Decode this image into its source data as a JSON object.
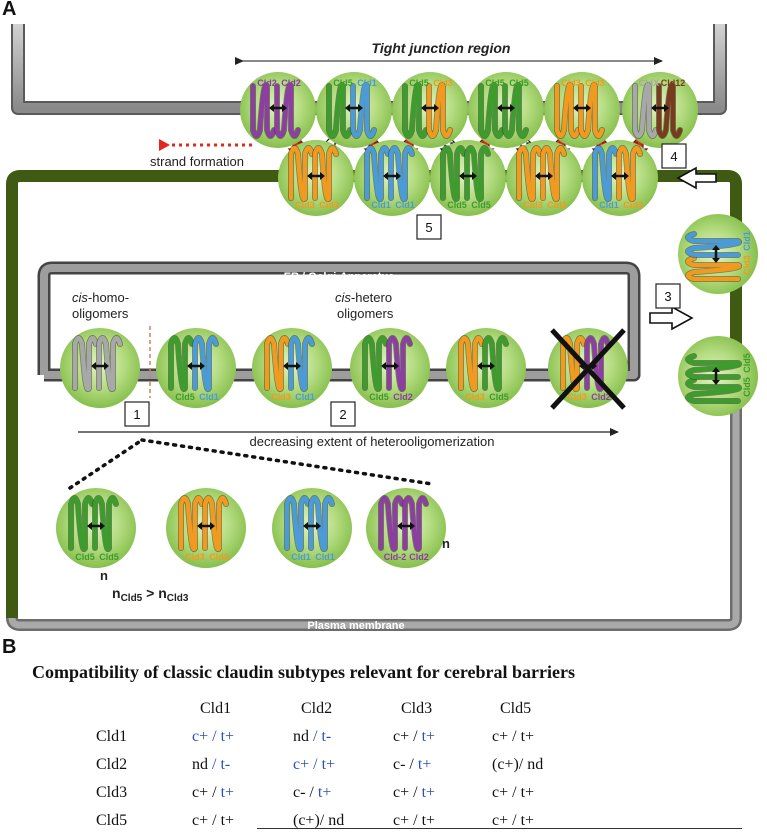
{
  "panel_a": {
    "label": "A",
    "tight_junction_region": "Tight junction region",
    "strand_formation": "strand formation",
    "er_golgi": "ER / Golgi-Apparatus",
    "cis_homo_line1": "cis-homo-",
    "cis_homo_line2": "oligomers",
    "cis_hetero_line1": "cis-hetero",
    "cis_hetero_line2": "oligomers",
    "decreasing": "decreasing extent of heterooligomerization",
    "plasma_membrane": "Plasma membrane",
    "steps": [
      "1",
      "2",
      "3",
      "4",
      "5"
    ],
    "n": "n",
    "inequality": {
      "n": "n",
      "left_sub": "Cld5",
      "gt": ">",
      "right_sub": "Cld3"
    },
    "colors": {
      "membrane_dark": "#3f5a12",
      "membrane_grey": "#8c8c8c",
      "bubble": "#a6d46a",
      "cld1": "#4a9bd8",
      "cld2": "#8c3fa0",
      "cld3": "#f29a1e",
      "cld5": "#3c9c2c",
      "cldx": "#a8a8a8",
      "cld12": "#7a3b1c",
      "red_arrow": "#e0281e"
    },
    "tj_top_row": [
      {
        "left": "Cld2",
        "right": "Cld2"
      },
      {
        "left": "Cld5",
        "right": "Cld1"
      },
      {
        "left": "Cld5",
        "right": "Cld3"
      },
      {
        "left": "Cld5",
        "right": "Cld5"
      },
      {
        "left": "Cld3",
        "right": "Cld3"
      },
      {
        "left": "CldX",
        "right": "Cld12"
      }
    ],
    "tj_bottom_row": [
      {
        "left": "Cld3",
        "right": "Cld3"
      },
      {
        "left": "Cld1",
        "right": "Cld1"
      },
      {
        "left": "Cld5",
        "right": "Cld5"
      },
      {
        "left": "Cld3",
        "right": "Cld3"
      },
      {
        "left": "Cld1",
        "right": "Cld3"
      }
    ],
    "er_row": [
      {
        "left": "",
        "right": ""
      },
      {
        "left": "Cld5",
        "right": "Cld1"
      },
      {
        "left": "Cld3",
        "right": "Cld1"
      },
      {
        "left": "Cld5",
        "right": "Cld2"
      },
      {
        "left": "Cld3",
        "right": "Cld5"
      },
      {
        "left": "Cld3",
        "right": "Cld2"
      }
    ],
    "homo_row": [
      {
        "left": "Cld5",
        "right": "Cld5"
      },
      {
        "left": "Cld3",
        "right": "Cld3"
      },
      {
        "left": "Cld1",
        "right": "Cld1"
      },
      {
        "left": "Cld-2",
        "right": "Cld2"
      }
    ],
    "vesicles": [
      {
        "left": "Cld3",
        "right": "Cld1"
      },
      {
        "left": "Cld5",
        "right": "Cld5"
      }
    ]
  },
  "panel_b": {
    "label": "B",
    "title": "Compatibility of classic claudin subtypes relevant for cerebral barriers",
    "columns": [
      "Cld1",
      "Cld2",
      "Cld3",
      "Cld5"
    ],
    "rows": [
      {
        "name": "Cld1",
        "cells": [
          [
            [
              "c+ / t+",
              "blue"
            ]
          ],
          [
            [
              "nd ",
              "black"
            ],
            [
              "/ t-",
              "blue"
            ]
          ],
          [
            [
              "c+ / ",
              "black"
            ],
            [
              "t+",
              "blue"
            ]
          ],
          [
            [
              "c+ / t+",
              "black"
            ]
          ]
        ]
      },
      {
        "name": "Cld2",
        "cells": [
          [
            [
              "nd ",
              "black"
            ],
            [
              "/ t-",
              "blue"
            ]
          ],
          [
            [
              "c+ / t+",
              "blue"
            ]
          ],
          [
            [
              "c- / ",
              "black"
            ],
            [
              "t+",
              "blue"
            ]
          ],
          [
            [
              "(c+)/ nd",
              "black"
            ]
          ]
        ]
      },
      {
        "name": "Cld3",
        "cells": [
          [
            [
              "c+ / ",
              "black"
            ],
            [
              "t+",
              "blue"
            ]
          ],
          [
            [
              "c- / ",
              "black"
            ],
            [
              "t+",
              "blue"
            ]
          ],
          [
            [
              "c+ / ",
              "black"
            ],
            [
              "t+",
              "blue"
            ]
          ],
          [
            [
              "c+ / t+",
              "black"
            ]
          ]
        ]
      },
      {
        "name": "Cld5",
        "cells": [
          [
            [
              "c+ / t+",
              "black"
            ]
          ],
          [
            [
              "(c+)/ nd",
              "black"
            ]
          ],
          [
            [
              "c+ / t+",
              "black"
            ]
          ],
          [
            [
              "c+ / t+",
              "black"
            ]
          ]
        ]
      }
    ]
  }
}
